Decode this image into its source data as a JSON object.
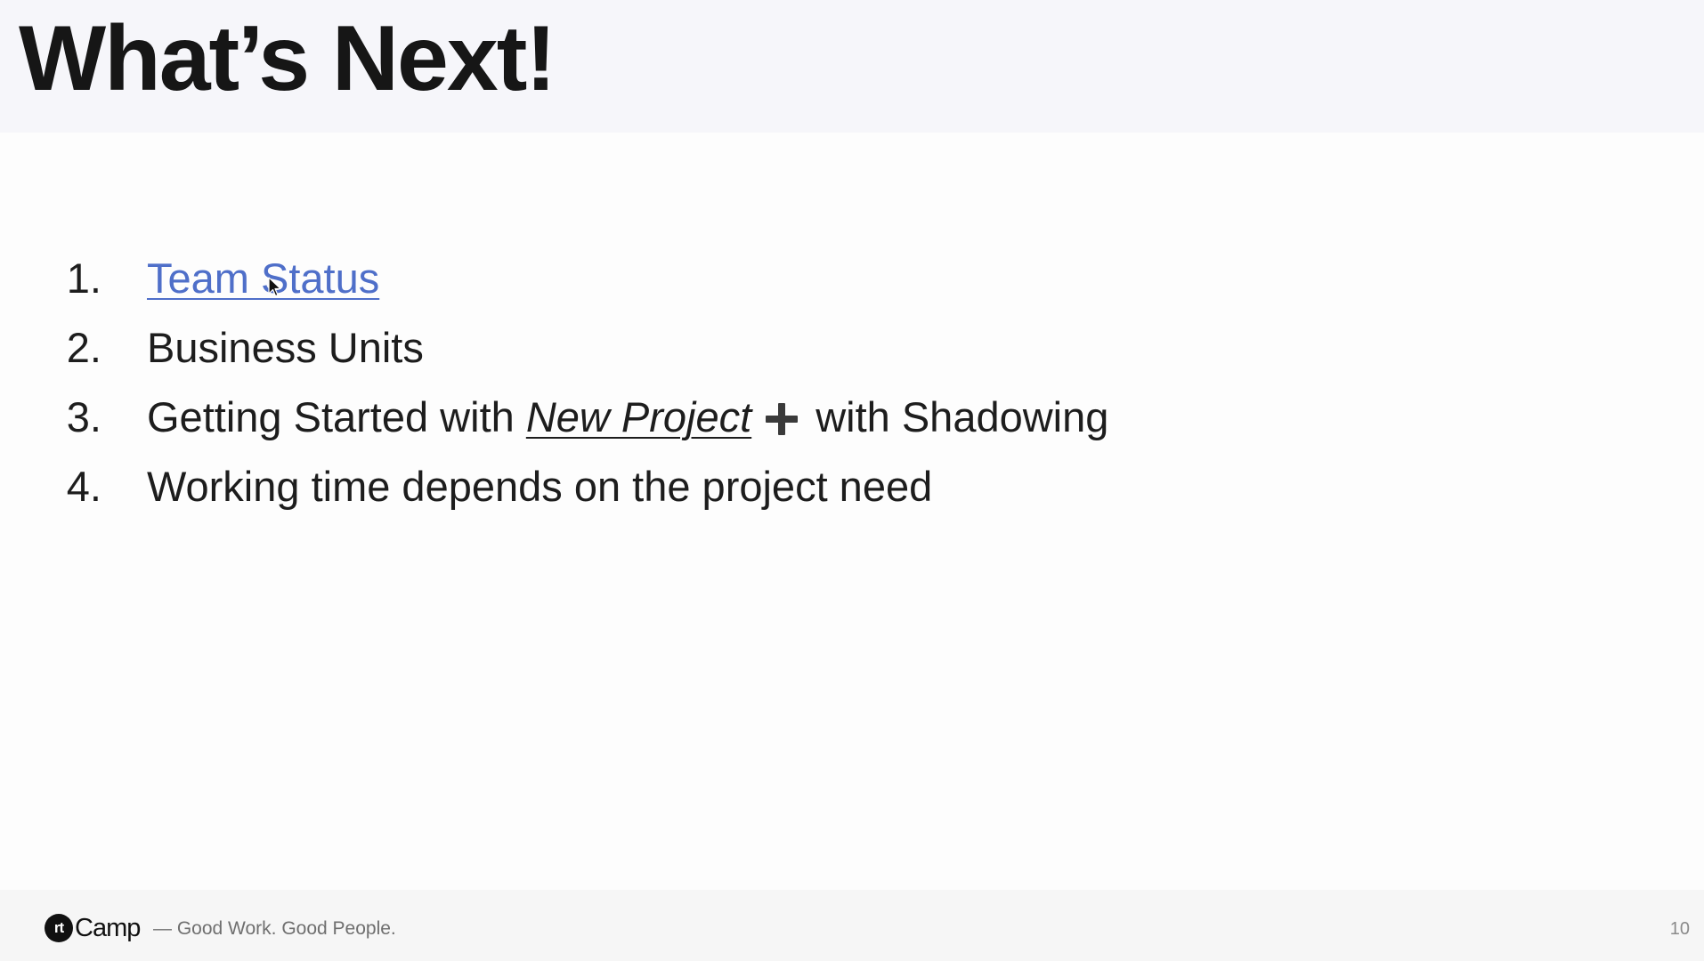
{
  "slide": {
    "title": "What’s Next!",
    "items": [
      {
        "number": "1.",
        "text": "Team Status",
        "is_link": true
      },
      {
        "number": "2.",
        "text": "Business Units"
      },
      {
        "number": "3.",
        "text_before": "Getting Started with ",
        "emphasis": "New Project",
        "text_after": "with Shadowing"
      },
      {
        "number": "4.",
        "text": "Working time depends on the project need"
      }
    ],
    "link_color": "#4f6fc9"
  },
  "footer": {
    "logo_mark": "rt",
    "logo_word": "Camp",
    "tagline": "— Good Work. Good People.",
    "page_number": "10"
  }
}
